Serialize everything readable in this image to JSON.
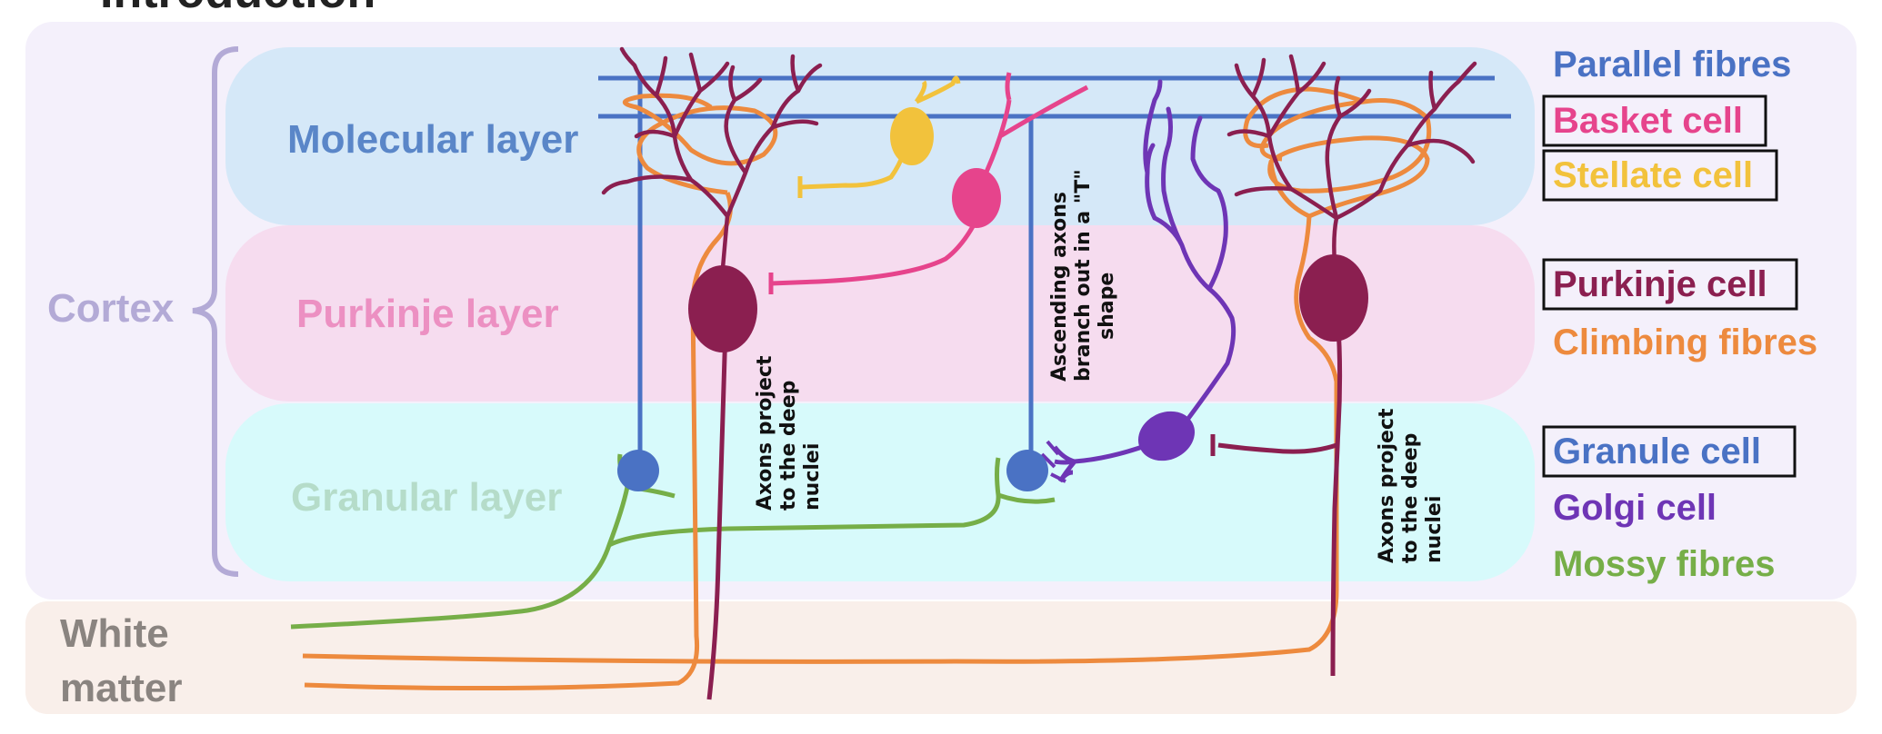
{
  "header": {
    "partial_title": "Introduction"
  },
  "regions": {
    "cortex": "Cortex",
    "white_matter_line1": "White",
    "white_matter_line2": "matter"
  },
  "layers": {
    "molecular": "Molecular layer",
    "purkinje": "Purkinje layer",
    "granular": "Granular layer"
  },
  "annotations": {
    "axons_1": [
      "Axons project",
      "to the deep",
      "nuclei"
    ],
    "ascending": [
      "Ascending axons",
      "branch out in a \"T\"",
      "shape"
    ],
    "axons_2": [
      "Axons project",
      "to the deep",
      "nuclei"
    ]
  },
  "legend": {
    "parallel_fibres": "Parallel fibres",
    "basket_cell": "Basket cell",
    "stellate_cell": "Stellate cell",
    "purkinje_cell": "Purkinje cell",
    "climbing_fibres": "Climbing fibres",
    "granule_cell": "Granule cell",
    "golgi_cell": "Golgi cell",
    "mossy_fibres": "Mossy fibres"
  },
  "colors": {
    "parallel_fibres": "#4a72c4",
    "basket_cell": "#e6448c",
    "stellate_cell": "#f2c23c",
    "purkinje_cell": "#8b1f50",
    "climbing_fibres": "#ed8a3e",
    "granule_cell": "#4a72c4",
    "golgi_cell": "#6e35b5",
    "mossy_fibres": "#76ae48",
    "cortex_label": "#b3aad6",
    "molecular_bg": "#d5e8f8",
    "purkinje_bg": "#f6dcef",
    "granular_bg": "#d7fafb",
    "white_matter_bg": "#f9efea"
  }
}
